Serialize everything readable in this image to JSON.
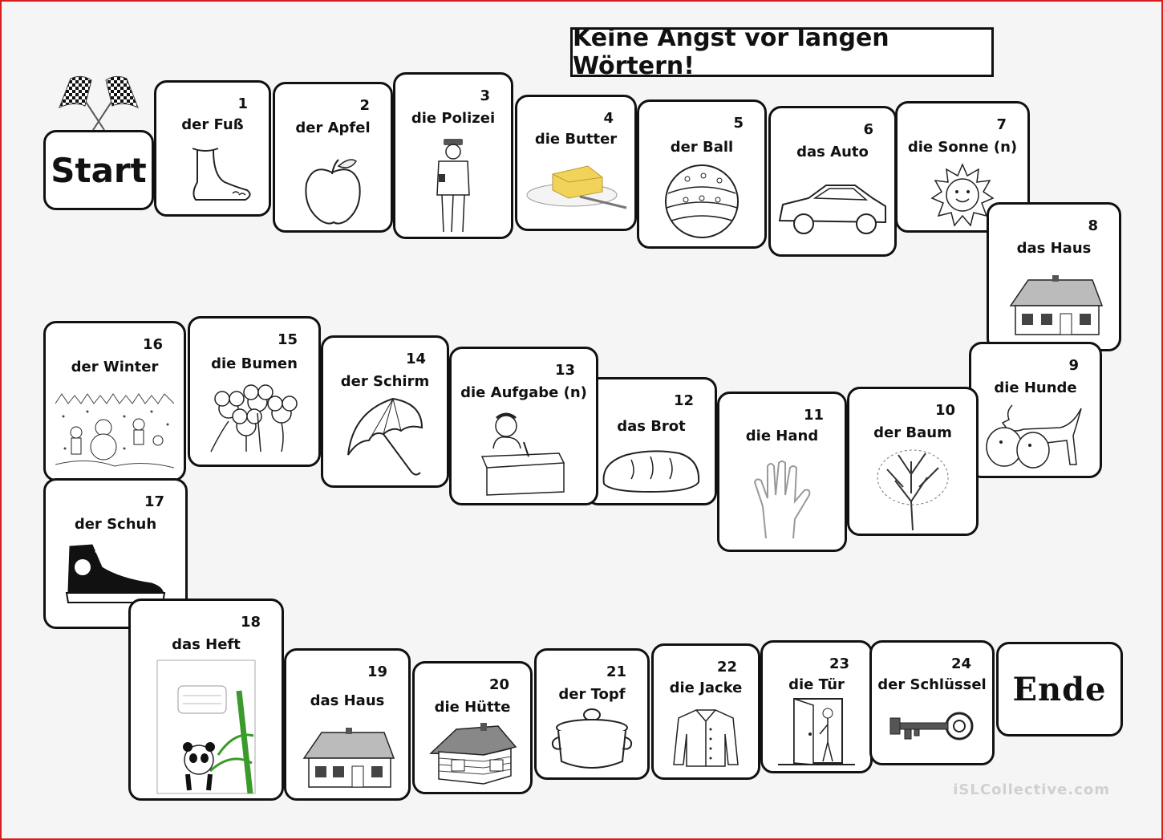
{
  "title": "Keine Angst vor langen Wörtern!",
  "start_label": "Start",
  "end_label": "Ende",
  "watermark": "iSLCollective.com",
  "tiles": [
    {
      "number": "1",
      "word": "der  Fuß",
      "icon": "foot-icon"
    },
    {
      "number": "2",
      "word": "der Apfel",
      "icon": "apple-icon"
    },
    {
      "number": "3",
      "word": "die Polizei",
      "icon": "policeman-icon"
    },
    {
      "number": "4",
      "word": "die Butter",
      "icon": "butter-icon"
    },
    {
      "number": "5",
      "word": "der Ball",
      "icon": "ball-icon"
    },
    {
      "number": "6",
      "word": "das Auto",
      "icon": "car-icon"
    },
    {
      "number": "7",
      "word": "die Sonne (n)",
      "icon": "sun-icon"
    },
    {
      "number": "8",
      "word": "das Haus",
      "icon": "house-icon"
    },
    {
      "number": "9",
      "word": "die Hunde",
      "icon": "dogs-icon"
    },
    {
      "number": "10",
      "word": "der Baum",
      "icon": "tree-icon"
    },
    {
      "number": "11",
      "word": "die Hand",
      "icon": "hand-icon"
    },
    {
      "number": "12",
      "word": "das Brot",
      "icon": "bread-icon"
    },
    {
      "number": "13",
      "word": "die Aufgabe (n)",
      "icon": "homework-icon"
    },
    {
      "number": "14",
      "word": "der Schirm",
      "icon": "umbrella-icon"
    },
    {
      "number": "15",
      "word": "die Bumen",
      "icon": "flowers-icon"
    },
    {
      "number": "16",
      "word": "der Winter",
      "icon": "winter-icon"
    },
    {
      "number": "17",
      "word": "der Schuh",
      "icon": "shoe-icon"
    },
    {
      "number": "18",
      "word": "das Heft",
      "icon": "notebook-icon"
    },
    {
      "number": "19",
      "word": "das Haus",
      "icon": "house-icon"
    },
    {
      "number": "20",
      "word": "die Hütte",
      "icon": "hut-icon"
    },
    {
      "number": "21",
      "word": "der Topf",
      "icon": "pot-icon"
    },
    {
      "number": "22",
      "word": "die Jacke",
      "icon": "jacket-icon"
    },
    {
      "number": "23",
      "word": "die Tür",
      "icon": "door-icon"
    },
    {
      "number": "24",
      "word": "der Schlüssel",
      "icon": "key-icon"
    }
  ],
  "colors": {
    "border": "#111111",
    "frame": "#d81e1e",
    "butter": "#f2d35a",
    "pencil": "#3a9a2a"
  }
}
